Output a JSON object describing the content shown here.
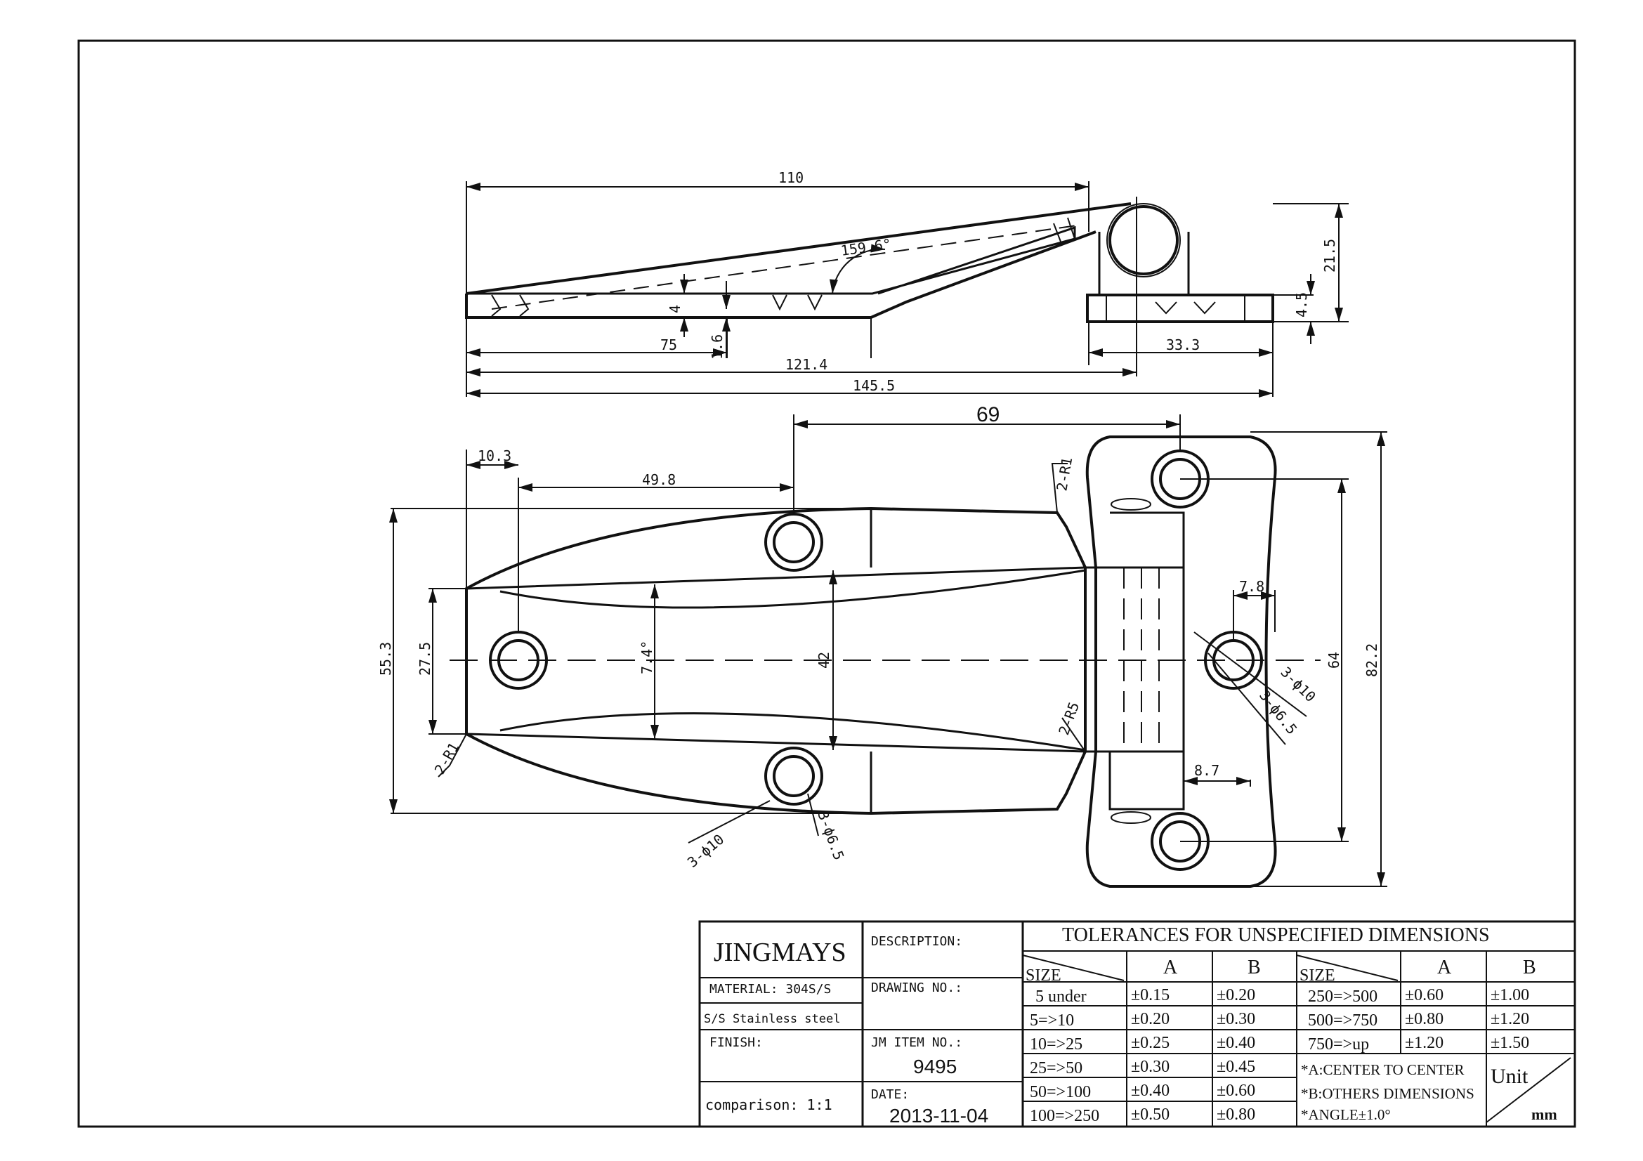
{
  "side_view": {
    "d110": "110",
    "angle": "159.6°",
    "d4": "4",
    "d75": "75",
    "d16": "1.6",
    "d1214": "121.4",
    "d1455": "145.5",
    "d333": "33.3",
    "d215": "21.5",
    "d45": "4.5"
  },
  "plan_view": {
    "d69": "69",
    "d103": "10.3",
    "d498": "49.8",
    "r1_top": "2-R1",
    "d553": "55.3",
    "d275": "27.5",
    "angle": "7.4°",
    "d42": "42",
    "r1_left": "2-R1",
    "r5": "2-R5",
    "d78": "7.8",
    "d64": "64",
    "d822": "82.2",
    "d87": "8.7",
    "phi10_right": "3-ϕ10",
    "phi65_right": "3-ϕ6.5",
    "phi10_left": "3-ϕ10",
    "phi65_left": "3-ϕ6.5"
  },
  "title_block": {
    "company": "JINGMAYS",
    "description_label": "DESCRIPTION:",
    "material_label": "MATERIAL: 304S/S",
    "material_desc": "S/S Stainless steel",
    "drawing_no_label": "DRAWING NO.:",
    "finish_label": "FINISH:",
    "item_label": "JM ITEM NO.:",
    "item_no": "9495",
    "comparison": "comparison: 1:1",
    "date_label": "DATE:",
    "date": "2013-11-04",
    "tol_title": "TOLERANCES FOR UNSPECIFIED DIMENSIONS",
    "size": "SIZE",
    "col_a": "A",
    "col_b": "B",
    "rows_left": [
      {
        "size": "5 under",
        "a": "±0.15",
        "b": "±0.20"
      },
      {
        "size": "5=>10",
        "a": "±0.20",
        "b": "±0.30"
      },
      {
        "size": "10=>25",
        "a": "±0.25",
        "b": "±0.40"
      },
      {
        "size": "25=>50",
        "a": "±0.30",
        "b": "±0.45"
      },
      {
        "size": "50=>100",
        "a": "±0.40",
        "b": "±0.60"
      },
      {
        "size": "100=>250",
        "a": "±0.50",
        "b": "±0.80"
      }
    ],
    "rows_right": [
      {
        "size": "250=>500",
        "a": "±0.60",
        "b": "±1.00"
      },
      {
        "size": "500=>750",
        "a": "±0.80",
        "b": "±1.20"
      },
      {
        "size": "750=>up",
        "a": "±1.20",
        "b": "±1.50"
      }
    ],
    "note_a": "*A:CENTER TO CENTER",
    "note_b": "*B:OTHERS DIMENSIONS",
    "note_angle": "*ANGLE±1.0°",
    "unit_label": "Unit",
    "unit": "mm"
  }
}
